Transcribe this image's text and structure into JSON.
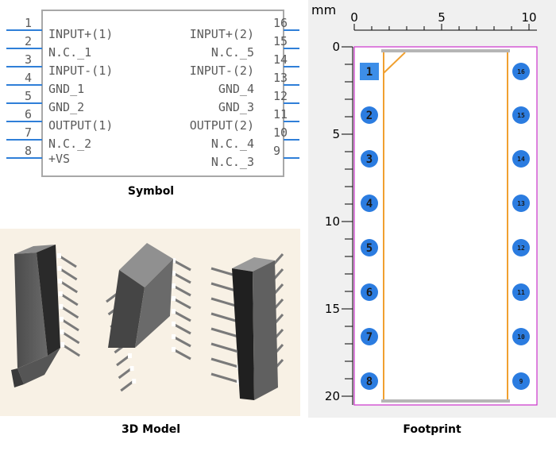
{
  "captions": {
    "symbol": "Symbol",
    "model": "3D Model",
    "footprint": "Footprint"
  },
  "symbol": {
    "left_pins": [
      {
        "num": "1",
        "name": "INPUT+(1)"
      },
      {
        "num": "2",
        "name": "N.C._1"
      },
      {
        "num": "3",
        "name": "INPUT-(1)"
      },
      {
        "num": "4",
        "name": "GND_1"
      },
      {
        "num": "5",
        "name": "GND_2"
      },
      {
        "num": "6",
        "name": "OUTPUT(1)"
      },
      {
        "num": "7",
        "name": "N.C._2"
      },
      {
        "num": "8",
        "name": "+VS"
      }
    ],
    "right_pins": [
      {
        "num": "16",
        "name": "INPUT+(2)"
      },
      {
        "num": "15",
        "name": "N.C._5"
      },
      {
        "num": "14",
        "name": "INPUT-(2)"
      },
      {
        "num": "13",
        "name": "GND_4"
      },
      {
        "num": "12",
        "name": "GND_3"
      },
      {
        "num": "11",
        "name": "OUTPUT(2)"
      },
      {
        "num": "10",
        "name": "N.C._4"
      },
      {
        "num": "9",
        "name": "N.C._3"
      }
    ]
  },
  "footprint": {
    "unit": "mm",
    "x_ticks": [
      "0",
      "5",
      "10"
    ],
    "y_ticks": [
      "0",
      "5",
      "10",
      "15",
      "20"
    ],
    "left_pads": [
      "1",
      "2",
      "3",
      "4",
      "5",
      "6",
      "7",
      "8"
    ],
    "right_pads": [
      "16",
      "15",
      "14",
      "13",
      "12",
      "11",
      "10",
      "9"
    ]
  },
  "colors": {
    "pin_line": "#2f7fd8",
    "pin_num": "#5a5a5a",
    "body_outline": "#a8a8a8",
    "pad_fill": "#2b7ce0",
    "pin1_pad_fill": "#3d8ee8",
    "silkscreen": "#f0a030",
    "courtyard": "#cc33cc",
    "model_bg": "#f8f1e5"
  }
}
